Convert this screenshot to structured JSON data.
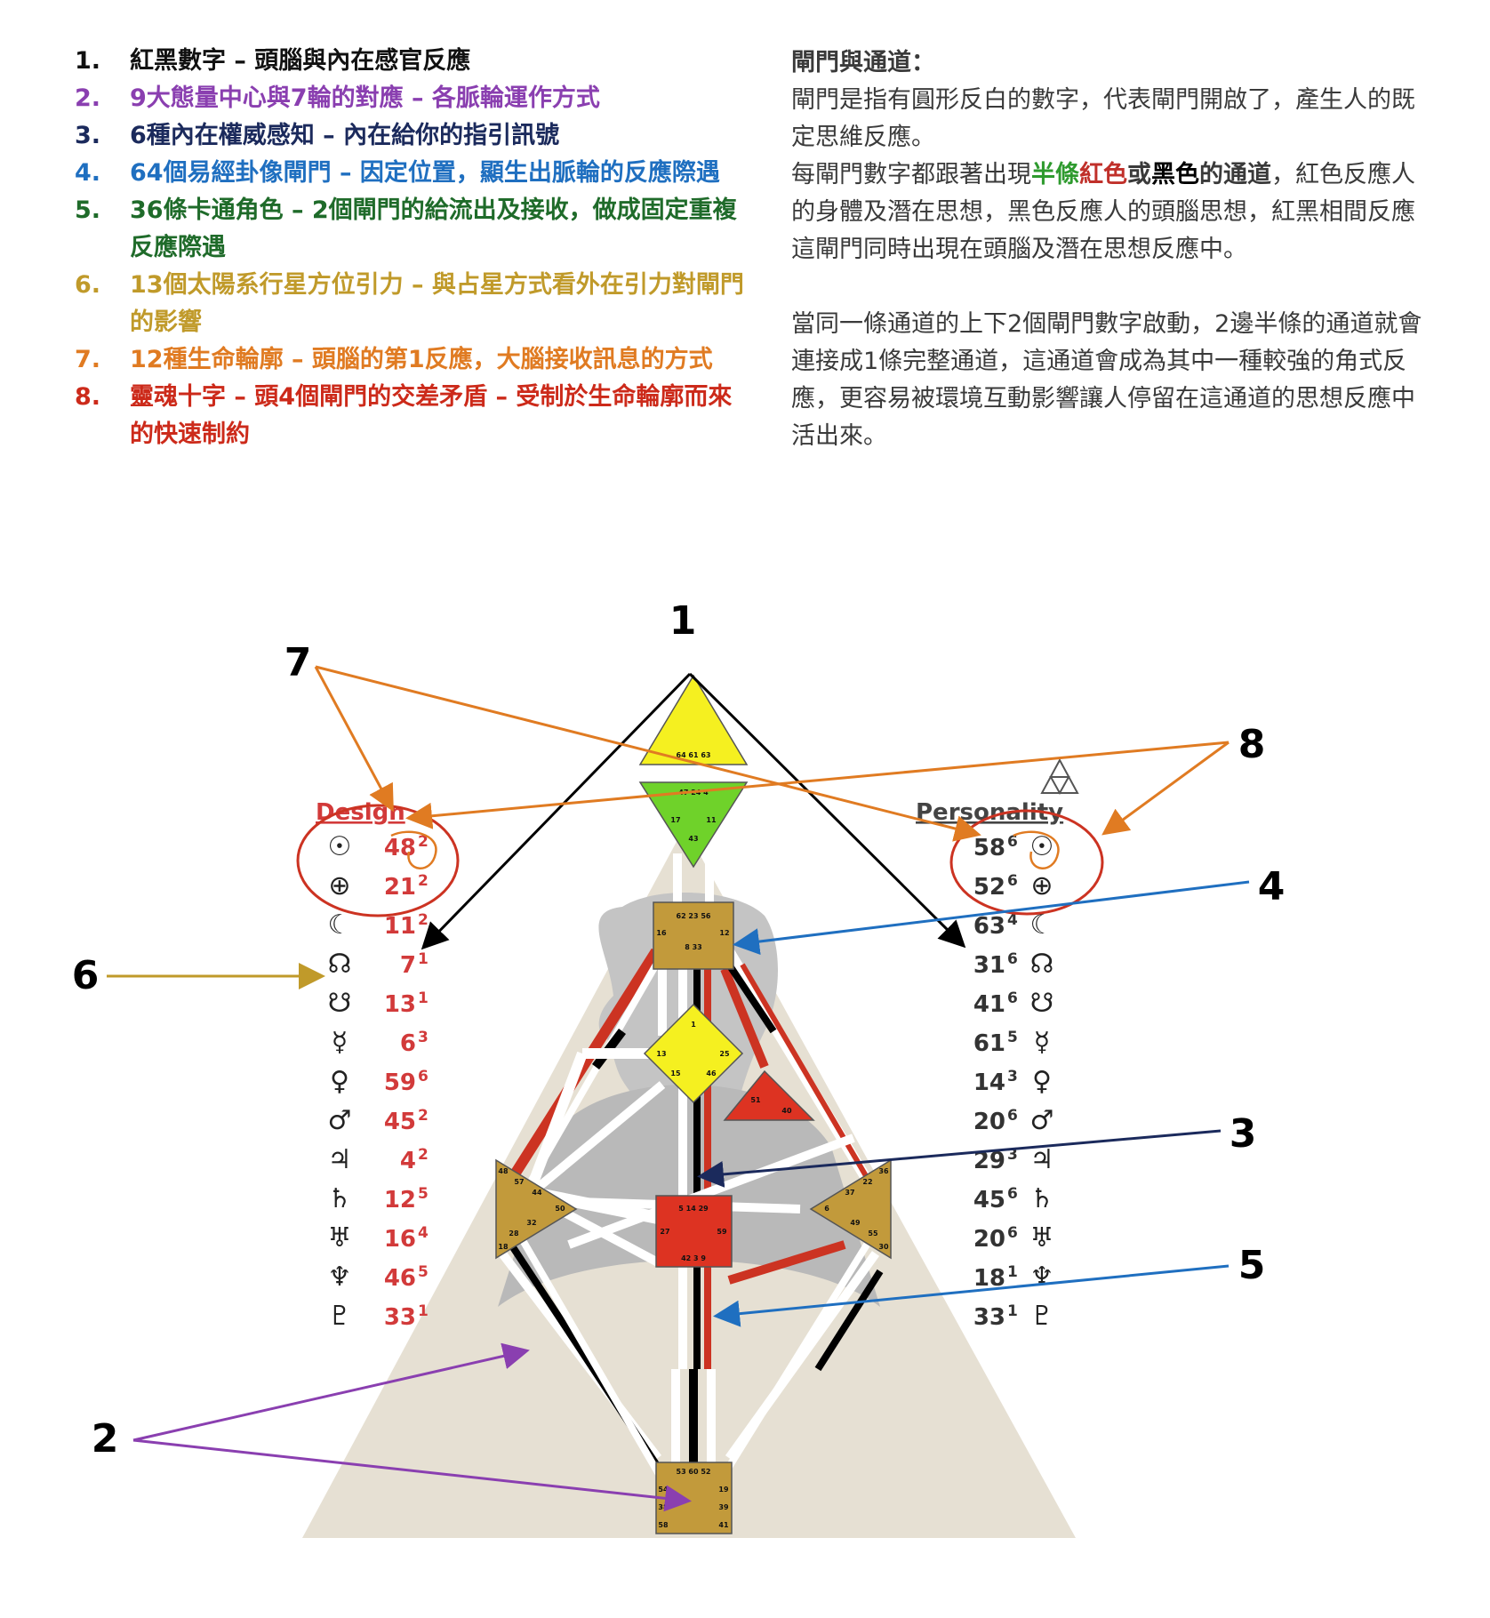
{
  "list": [
    {
      "num": "1.",
      "text": "紅黑數字 – 頭腦與內在感官反應",
      "color": "#111111"
    },
    {
      "num": "2.",
      "text": "9大態量中心與7輪的對應 – 各脈輪運作方式",
      "color": "#8a3fb0"
    },
    {
      "num": "3.",
      "text": "6種內在權威感知 – 內在給你的指引訊號",
      "color": "#1b2a5c"
    },
    {
      "num": "4.",
      "text": "64個易經卦像閘門 – 因定位置，顯生出脈輪的反應際遇",
      "color": "#1f6fc0"
    },
    {
      "num": "5.",
      "text": "36條卡通角色 – 2個閘門的給流出及接收，做成固定重複反應際遇",
      "color": "#1f6b2a"
    },
    {
      "num": "6.",
      "text": "13個太陽系行星方位引力 – 與占星方式看外在引力對閘門的影響",
      "color": "#c09a2a"
    },
    {
      "num": "7.",
      "text": "12種生命輪廓 – 頭腦的第1反應，大腦接收訊息的方式",
      "color": "#e07b22"
    },
    {
      "num": "8.",
      "text": "靈魂十字 – 頭4個閘門的交差矛盾 – 受制於生命輪廓而來的快速制約",
      "color": "#cc2a1a"
    }
  ],
  "explain": {
    "heading": "閘門與通道：",
    "p1": "閘門是指有圓形反白的數字，代表閘門開啟了，產生人的既定思維反應。",
    "p2_a": "每閘門數字都跟著出現",
    "p2_half": "半條",
    "p2_red": "紅色",
    "p2_or": "或",
    "p2_black": "黑色",
    "p2_channel": "的通道",
    "p2_b": "，紅色反應人的身體及潛在思想，黑色反應人的頭腦思想，紅黑相間反應這閘門同時出現在頭腦及潛在思想反應中。",
    "p3": "當同一條通道的上下2個閘門數字啟動，2邊半條的通道就會連接成1條完整通道，這通道會成為其中一種較強的角式反應，更容易被環境互動影響讓人停留在這通道的思想反應中活出來。",
    "color_green": "#2e9a2e",
    "color_red": "#c0302a",
    "color_black": "#000000"
  },
  "diagram": {
    "callouts": [
      "1",
      "2",
      "3",
      "4",
      "5",
      "6",
      "7",
      "8"
    ],
    "design_title": "Design",
    "personality_title": "Personality",
    "planet_icons": [
      "sun-icon",
      "earth-icon",
      "moon-icon",
      "north-node-icon",
      "south-node-icon",
      "mercury-icon",
      "venus-icon",
      "mars-icon",
      "jupiter-icon",
      "saturn-icon",
      "uranus-icon",
      "neptune-icon",
      "pluto-icon"
    ],
    "planet_glyphs": [
      "☉",
      "⊕",
      "☾",
      "☊",
      "☋",
      "☿",
      "♀",
      "♂",
      "♃",
      "♄",
      "♅",
      "♆",
      "♇"
    ],
    "design": [
      {
        "gate": "48",
        "line": "2"
      },
      {
        "gate": "21",
        "line": "2"
      },
      {
        "gate": "11",
        "line": "2"
      },
      {
        "gate": "7",
        "line": "1"
      },
      {
        "gate": "13",
        "line": "1"
      },
      {
        "gate": "6",
        "line": "3"
      },
      {
        "gate": "59",
        "line": "6"
      },
      {
        "gate": "45",
        "line": "2"
      },
      {
        "gate": "4",
        "line": "2"
      },
      {
        "gate": "12",
        "line": "5"
      },
      {
        "gate": "16",
        "line": "4"
      },
      {
        "gate": "46",
        "line": "5"
      },
      {
        "gate": "33",
        "line": "1"
      }
    ],
    "personality": [
      {
        "gate": "58",
        "line": "6"
      },
      {
        "gate": "52",
        "line": "6"
      },
      {
        "gate": "63",
        "line": "4"
      },
      {
        "gate": "31",
        "line": "6"
      },
      {
        "gate": "41",
        "line": "6"
      },
      {
        "gate": "61",
        "line": "5"
      },
      {
        "gate": "14",
        "line": "3"
      },
      {
        "gate": "20",
        "line": "6"
      },
      {
        "gate": "29",
        "line": "3"
      },
      {
        "gate": "45",
        "line": "6"
      },
      {
        "gate": "20",
        "line": "6"
      },
      {
        "gate": "18",
        "line": "1"
      },
      {
        "gate": "33",
        "line": "1"
      }
    ],
    "center_gates": {
      "head": "64 61 63",
      "ajna_top": "47 24 4",
      "ajna_left": "17",
      "ajna_right": "11",
      "ajna_bottom": "43",
      "throat_top": "62 23 56",
      "throat_mid": "8 33",
      "throat_right": "12",
      "throat_left": "16",
      "g_top": "1",
      "g_l": "13",
      "g_r": "25",
      "g_bl": "15",
      "g_br": "46",
      "heart": "51",
      "heart_r": "40",
      "sacral_top": "5 14 29",
      "sacral_l": "27",
      "sacral_r": "59",
      "sacral_bot": "42 3 9",
      "root_top": "53 60 52",
      "root_l1": "54",
      "root_l2": "38",
      "root_l3": "58",
      "root_r1": "19",
      "root_r2": "39",
      "root_r3": "41",
      "spleen_a": "48",
      "spleen_b": "57",
      "spleen_c": "44",
      "spleen_d": "50",
      "spleen_e": "32",
      "spleen_f": "28",
      "spleen_g": "18",
      "solar_a": "36",
      "solar_b": "22",
      "solar_c": "37",
      "solar_d": "6",
      "solar_e": "49",
      "solar_f": "55",
      "solar_g": "30"
    }
  }
}
